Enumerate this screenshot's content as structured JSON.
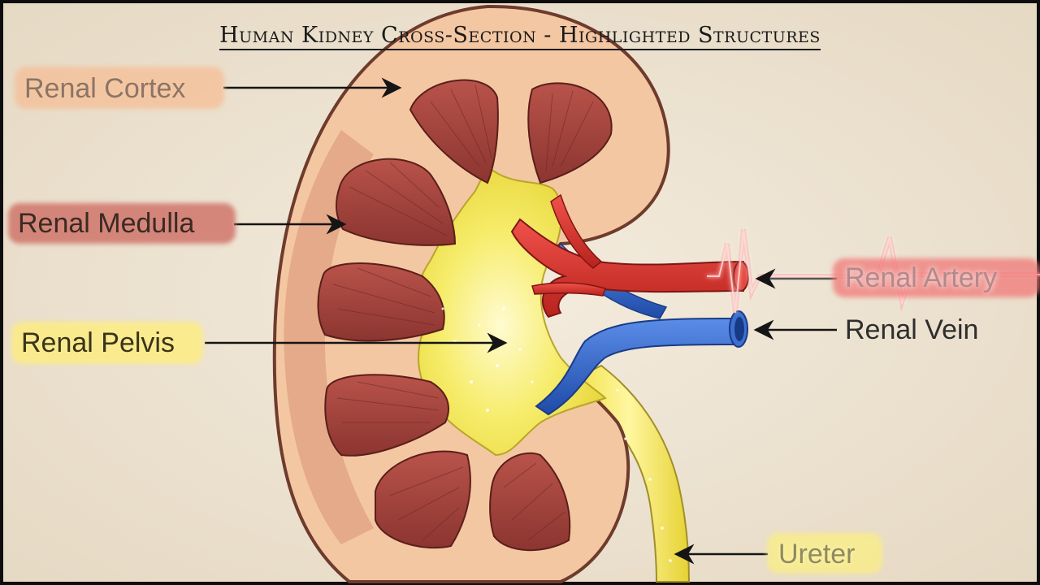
{
  "title": "Human Kidney Cross-Section - Highlighted Structures",
  "labels": {
    "renal_cortex": "Renal Cortex",
    "renal_medulla": "Renal Medulla",
    "renal_pelvis": "Renal Pelvis",
    "renal_artery": "Renal Artery",
    "renal_vein": "Renal Vein",
    "ureter": "Ureter"
  },
  "colors": {
    "paper": "#efe6d6",
    "capsule": "#6e3b2c",
    "cortex": "#f4c7a3",
    "medulla": "#a8463d",
    "pelvis": "#f3e544",
    "artery": "#d8322c",
    "vein": "#2f64c9",
    "highlight_cortex": "#f6be96",
    "highlight_medulla": "#cd6e64",
    "highlight_pelvis": "#ffee78",
    "highlight_artery": "#f07878",
    "highlight_ureter": "#faee82"
  }
}
